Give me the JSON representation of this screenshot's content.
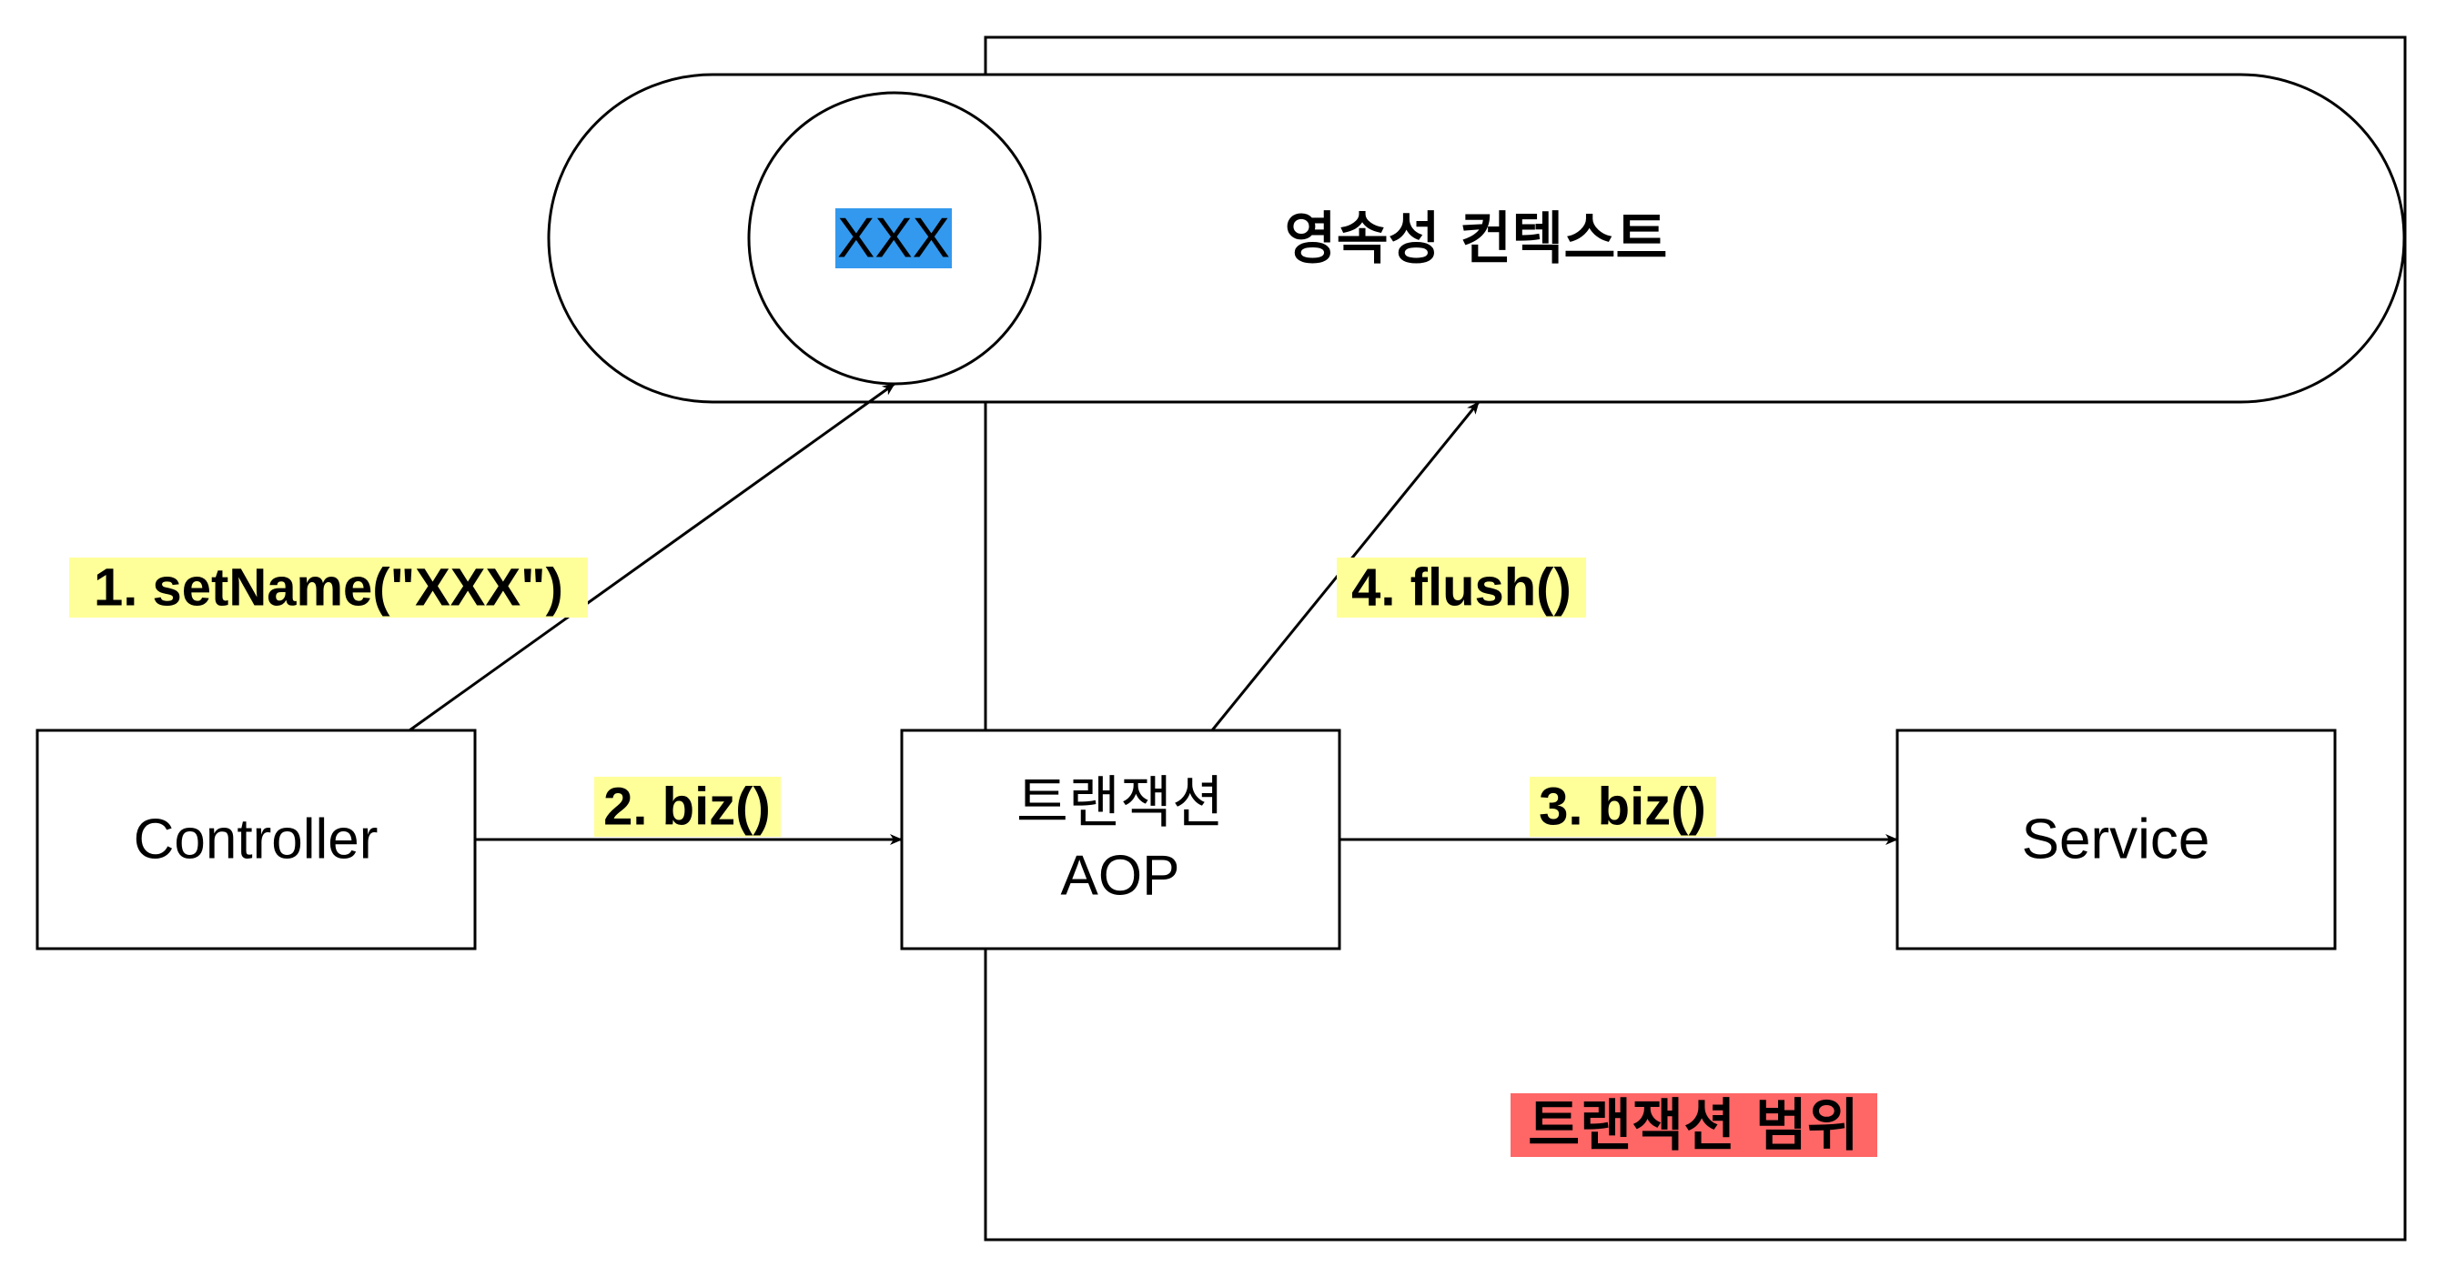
{
  "colors": {
    "stroke": "#000000",
    "label_highlight": "#ffff99",
    "entity_highlight": "#3399ee",
    "scope_highlight": "#ff6666"
  },
  "persistence_context": {
    "title": "영속성 컨텍스트",
    "entity_value": "XXX"
  },
  "transaction_scope": {
    "label": "트랜잭션 범위"
  },
  "nodes": {
    "controller": "Controller",
    "transaction_aop_line1": "트랜잭션",
    "transaction_aop_line2": "AOP",
    "service": "Service"
  },
  "edges": {
    "set_name": "1. setName(\"XXX\")",
    "biz_to_aop": "2. biz()",
    "biz_to_service": "3. biz()",
    "flush": "4. flush()"
  }
}
